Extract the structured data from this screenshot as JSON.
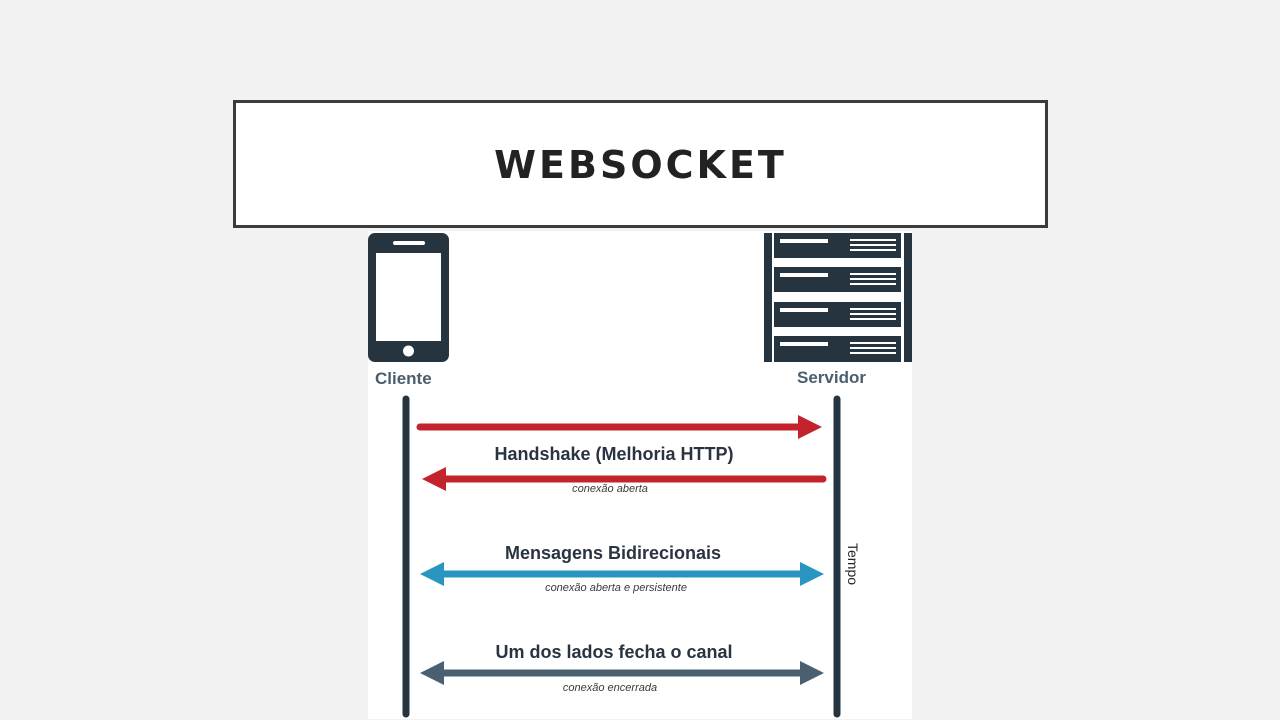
{
  "slide": {
    "title": "WEBSOCKET"
  },
  "diagram": {
    "client_label": "Cliente",
    "server_label": "Servidor",
    "time_label": "Tempo",
    "messages": [
      {
        "label": "Handshake (Melhoria HTTP)",
        "note": "conexão aberta"
      },
      {
        "label": "Mensagens Bidirecionais",
        "note": "conexão aberta e persistente"
      },
      {
        "label": "Um dos lados fecha o canal",
        "note": "conexão encerrada"
      }
    ],
    "colors": {
      "handshake": "#c3232d",
      "bidirectional": "#2a95c0",
      "close": "#4a6070",
      "lifeline": "#26343f",
      "icon": "#26343f"
    }
  }
}
